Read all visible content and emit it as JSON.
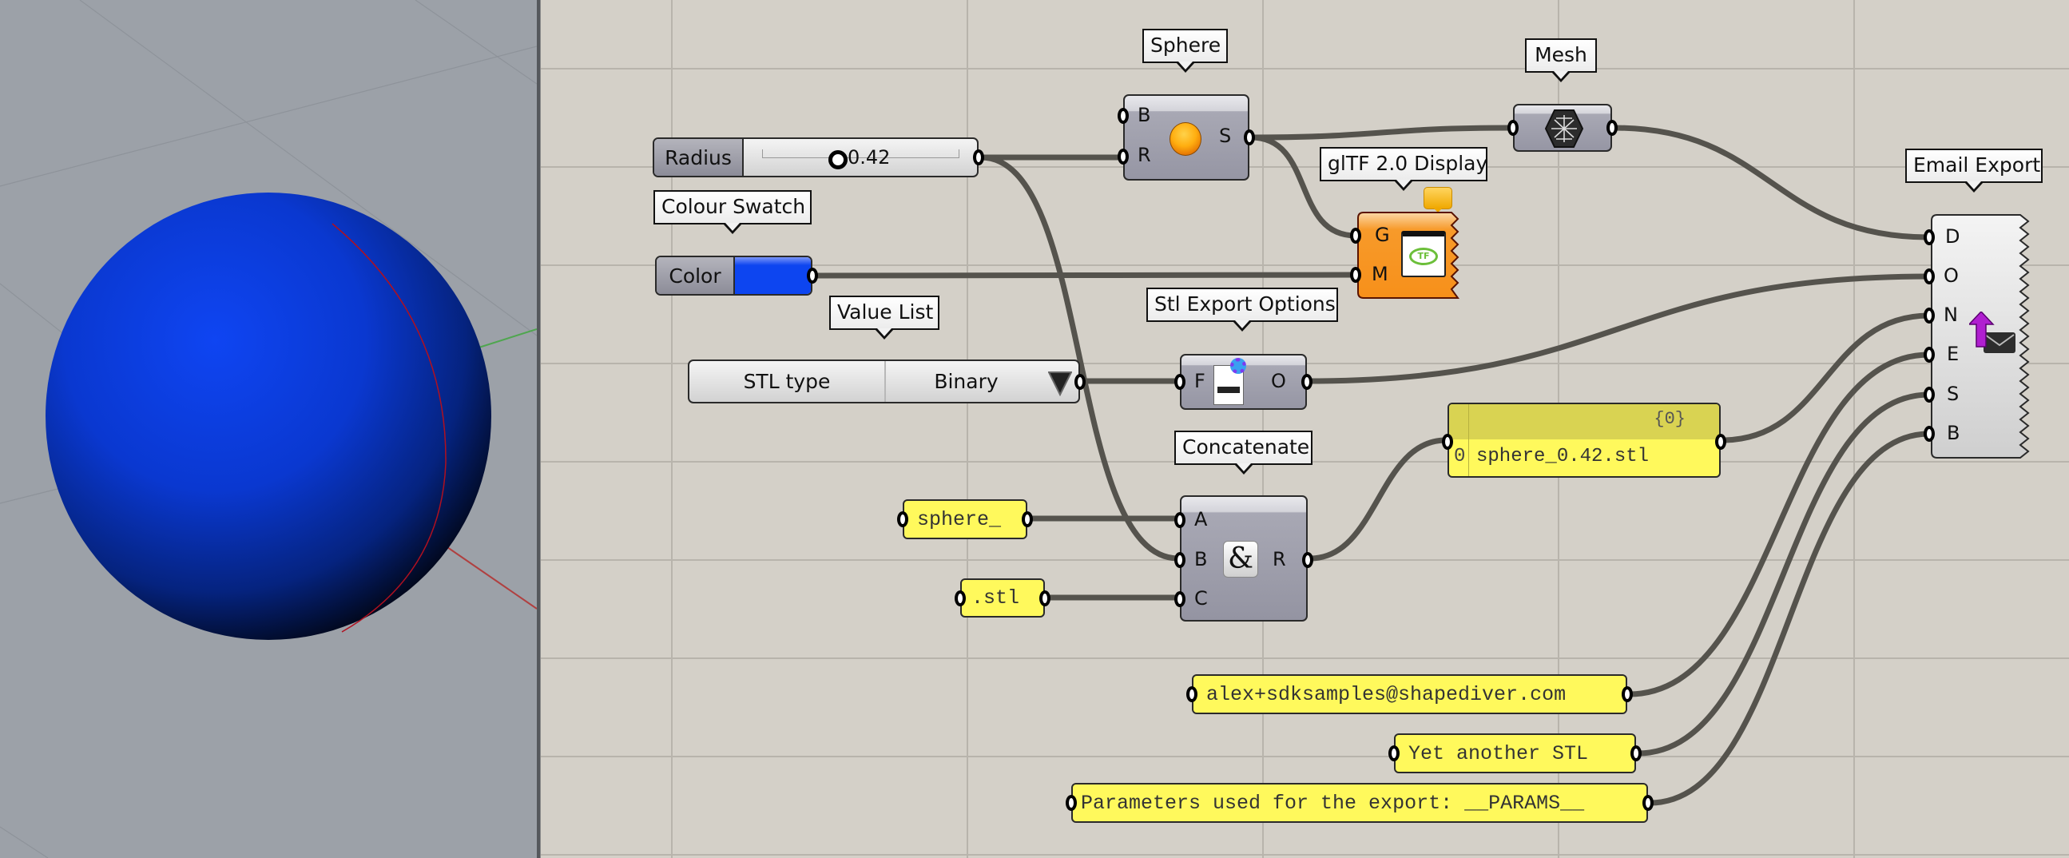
{
  "colors": {
    "canvas_bg": "#d4d0c8",
    "viewport_bg": "#9ca1a8",
    "wire": "#55534d",
    "panel_yellow": "#fff95c",
    "panel_header": "#d9d352",
    "sphere_blue": "#0d40e8",
    "gltf_orange": "#f79522",
    "swatch_blue": "#0d45f0"
  },
  "viewport": {
    "object": "sphere",
    "axis_colors": {
      "x": "#b04040",
      "y": "#4fa64f"
    }
  },
  "components": {
    "radius_slider": {
      "label": "Radius",
      "value": "0.42",
      "fraction": 0.42
    },
    "colour_swatch": {
      "bubble": "Colour Swatch",
      "label": "Color",
      "color": "#0d45f0"
    },
    "value_list": {
      "bubble": "Value List",
      "name": "STL type",
      "selected": "Binary"
    },
    "sphere": {
      "bubble": "Sphere",
      "inputs": [
        "B",
        "R"
      ],
      "outputs": [
        "S"
      ],
      "icon": "sphere-icon"
    },
    "mesh": {
      "bubble": "Mesh",
      "icon": "mesh-icon"
    },
    "gltf_display": {
      "bubble": "glTF 2.0 Display",
      "inputs": [
        "G",
        "M"
      ],
      "icon": "gltf-icon",
      "badge": "message-balloon-icon"
    },
    "stl_export_options": {
      "bubble": "Stl Export Options",
      "inputs": [
        "F"
      ],
      "outputs": [
        "O"
      ],
      "icon": "stl-settings-icon"
    },
    "concatenate": {
      "bubble": "Concatenate",
      "inputs": [
        "A",
        "B",
        "C"
      ],
      "outputs": [
        "R"
      ],
      "icon": "ampersand-icon",
      "glyph": "&"
    },
    "email_export": {
      "bubble": "Email Export",
      "inputs": [
        "D",
        "O",
        "N",
        "E",
        "S",
        "B"
      ],
      "icon": "email-upload-icon"
    }
  },
  "panels": {
    "sphere_prefix": "sphere_",
    "stl_ext": ".stl",
    "result": {
      "path": "{0}",
      "index": "0",
      "value": "sphere_0.42.stl"
    },
    "email": "alex+sdksamples@shapediver.com",
    "subject": "Yet another STL",
    "body": "Parameters used for the export: __PARAMS__"
  }
}
